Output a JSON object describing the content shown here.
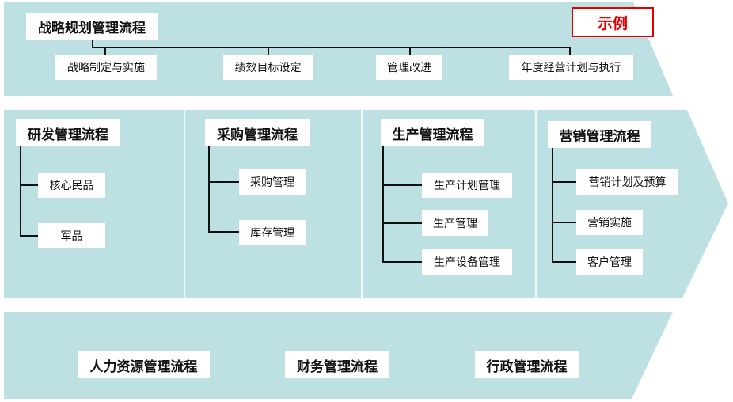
{
  "badge": "示例",
  "strategy": {
    "title": "战略规划管理流程",
    "items": [
      "战略制定与实施",
      "绩效目标设定",
      "管理改进",
      "年度经营计划与执行"
    ]
  },
  "rnd": {
    "title": "研发管理流程",
    "items": [
      "核心民品",
      "军品"
    ]
  },
  "purchase": {
    "title": "采购管理流程",
    "items": [
      "采购管理",
      "库存管理"
    ]
  },
  "production": {
    "title": "生产管理流程",
    "items": [
      "生产计划管理",
      "生产管理",
      "生产设备管理"
    ]
  },
  "marketing": {
    "title": "营销管理流程",
    "items": [
      "营销计划及预算",
      "营销实施",
      "客户管理"
    ]
  },
  "support": {
    "items": [
      "人力资源管理流程",
      "财务管理流程",
      "行政管理流程"
    ]
  },
  "colors": {
    "band": "#bde1e2",
    "badge": "#e00000"
  }
}
